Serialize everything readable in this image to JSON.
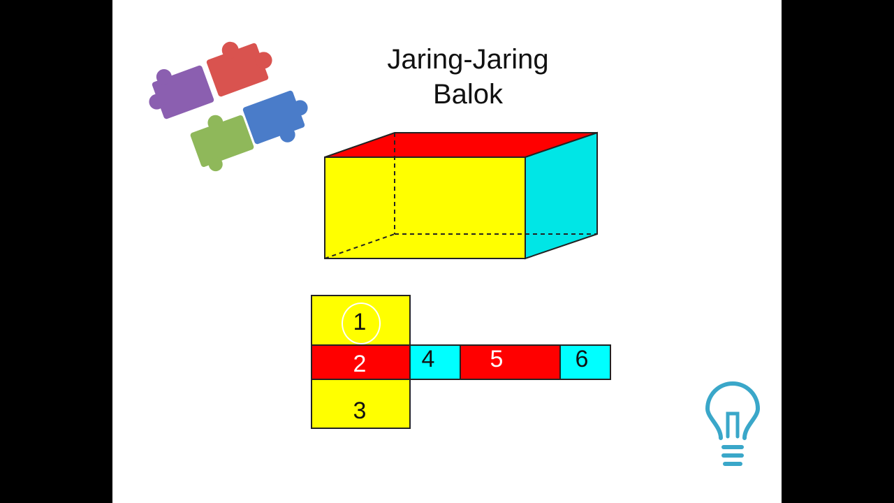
{
  "title": {
    "line1": "Jaring-Jaring",
    "line2": "Balok"
  },
  "colors": {
    "top": "#ff0000",
    "front": "#ffff00",
    "side": "#00e5e5",
    "edge": "#222222"
  },
  "net_faces": [
    {
      "label": "1",
      "color": "#ffff00",
      "circled": true
    },
    {
      "label": "2",
      "color": "#ff0000",
      "text_color": "#ffffff"
    },
    {
      "label": "3",
      "color": "#ffff00"
    },
    {
      "label": "4",
      "color": "#00ffff"
    },
    {
      "label": "5",
      "color": "#ff0000",
      "text_color": "#ffffff"
    },
    {
      "label": "6",
      "color": "#00ffff"
    }
  ],
  "icons": [
    "puzzle-pieces-icon",
    "lightbulb-icon"
  ]
}
